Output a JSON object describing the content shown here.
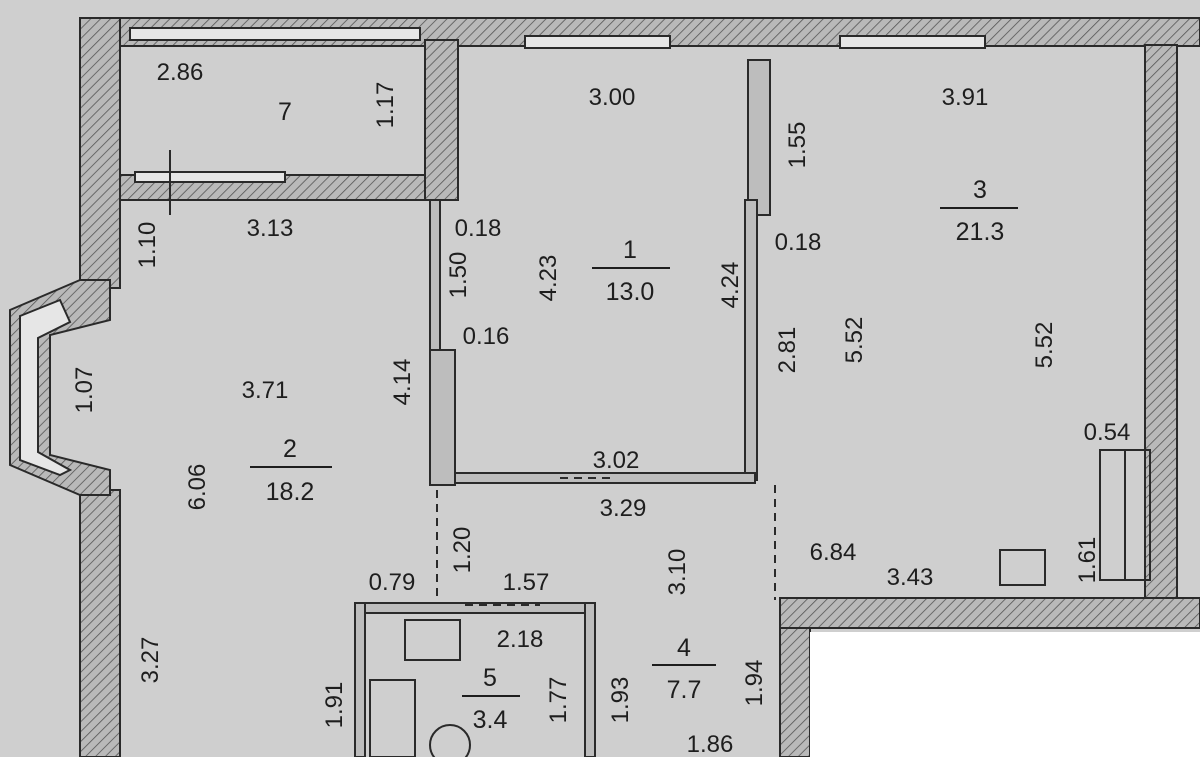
{
  "rooms": [
    {
      "number": "1",
      "area": "13.0"
    },
    {
      "number": "2",
      "area": "18.2"
    },
    {
      "number": "3",
      "area": "21.3"
    },
    {
      "number": "4",
      "area": "7.7"
    },
    {
      "number": "5",
      "area": "3.4"
    },
    {
      "number": "7"
    }
  ],
  "dimensions": [
    "2.86",
    "1.17",
    "3.00",
    "3.91",
    "1.55",
    "3.13",
    "0.18",
    "0.18",
    "1.10",
    "4.23",
    "4.24",
    "1.50",
    "0.16",
    "2.81",
    "5.52",
    "5.52",
    "1.07",
    "3.71",
    "4.14",
    "0.54",
    "3.02",
    "3.29",
    "6.06",
    "1.20",
    "6.84",
    "1.61",
    "3.10",
    "0.79",
    "1.57",
    "3.43",
    "2.18",
    "3.27",
    "1.94",
    "1.91",
    "1.77",
    "1.93",
    "1.86"
  ]
}
